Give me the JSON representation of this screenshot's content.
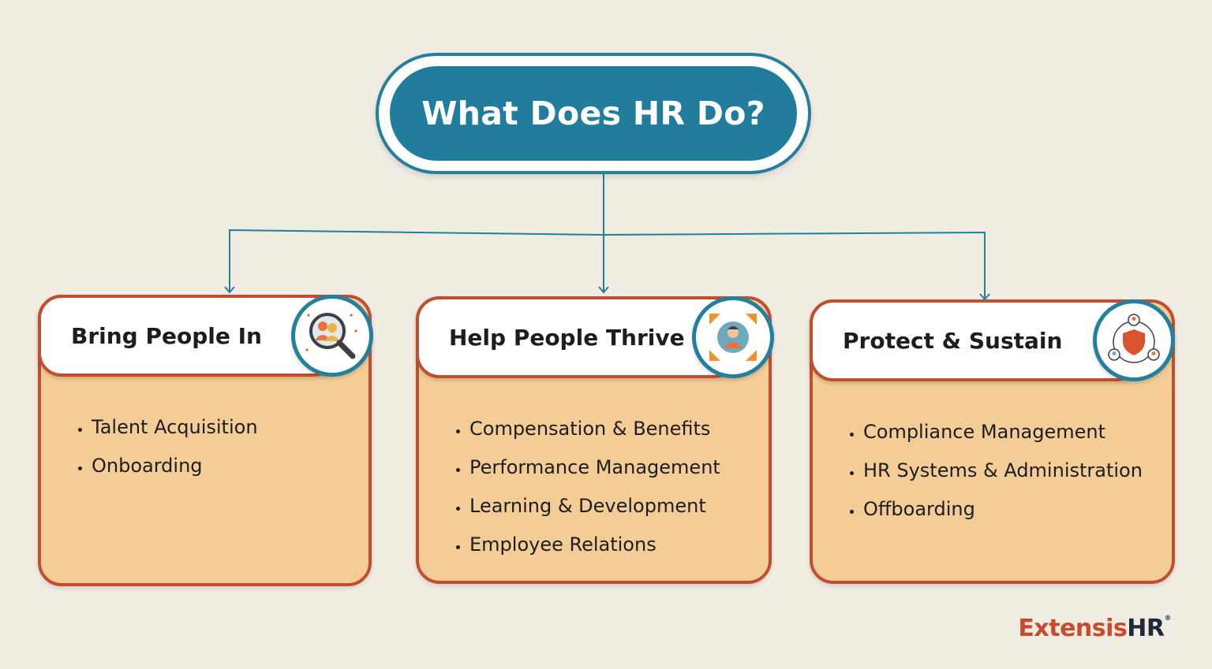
{
  "title": "What Does HR Do?",
  "colors": {
    "background": "#f2ede3",
    "teal": "#227c9b",
    "card_fill": "#f4cd96",
    "card_border": "#c24e31",
    "logo_accent": "#c94a2c"
  },
  "categories": [
    {
      "title": "Bring People In",
      "icon": "magnifier-people-icon",
      "items": [
        "Talent Acquisition",
        "Onboarding"
      ]
    },
    {
      "title": "Help People Thrive",
      "icon": "person-growth-icon",
      "items": [
        "Compensation & Benefits",
        "Performance Management",
        "Learning & Development",
        "Employee Relations"
      ]
    },
    {
      "title": "Protect & Sustain",
      "icon": "shield-network-icon",
      "items": [
        "Compliance Management",
        "HR Systems & Administration",
        "Offboarding"
      ]
    }
  ],
  "logo": {
    "part1": "Extensis",
    "part2": "HR",
    "reg": "®"
  }
}
